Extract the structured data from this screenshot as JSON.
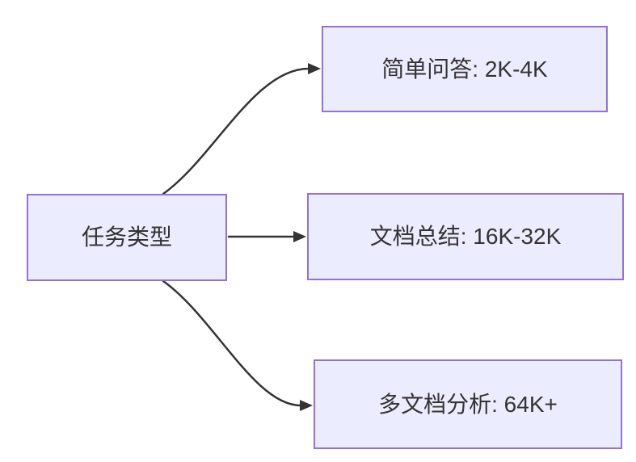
{
  "diagram": {
    "type": "flowchart",
    "direction": "left-to-right",
    "nodes": {
      "root": {
        "id": "task-type",
        "label": "任务类型"
      },
      "branches": [
        {
          "id": "simple-qa",
          "label": "简单问答: 2K-4K"
        },
        {
          "id": "doc-summary",
          "label": "文档总结: 16K-32K"
        },
        {
          "id": "multi-doc",
          "label": "多文档分析: 64K+"
        }
      ]
    },
    "edges": [
      {
        "from": "任务类型",
        "to": "简单问答: 2K-4K"
      },
      {
        "from": "任务类型",
        "to": "文档总结: 16K-32K"
      },
      {
        "from": "任务类型",
        "to": "多文档分析: 64K+"
      }
    ],
    "colors": {
      "node_fill": "#ECECFF",
      "node_border": "#9370DB",
      "edge_stroke": "#333333",
      "text": "#333333",
      "background": "#FFFFFF"
    }
  }
}
